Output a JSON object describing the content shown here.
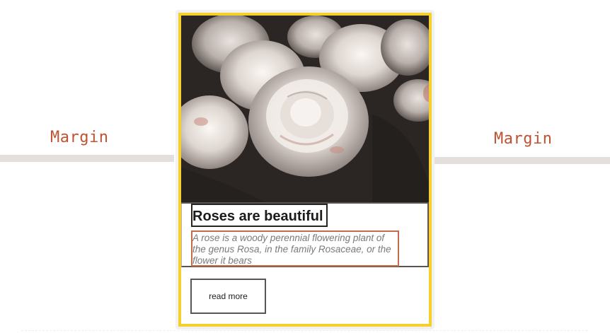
{
  "annotations": {
    "margin_left_label": "Margin",
    "margin_right_label": "Margin"
  },
  "card": {
    "image_alt": "ranunculus flowers",
    "title": "Roses are beautiful",
    "description": "A rose is a woody perennial flowering plant of the genus Rosa, in the family Rosaceae, or the flower it bears",
    "button_label": "read more"
  },
  "colors": {
    "card_border": "#f7cf2d",
    "annotation_text": "#c05231",
    "annotation_bar": "#e4dfdc",
    "description_outline": "#c76a4a"
  }
}
